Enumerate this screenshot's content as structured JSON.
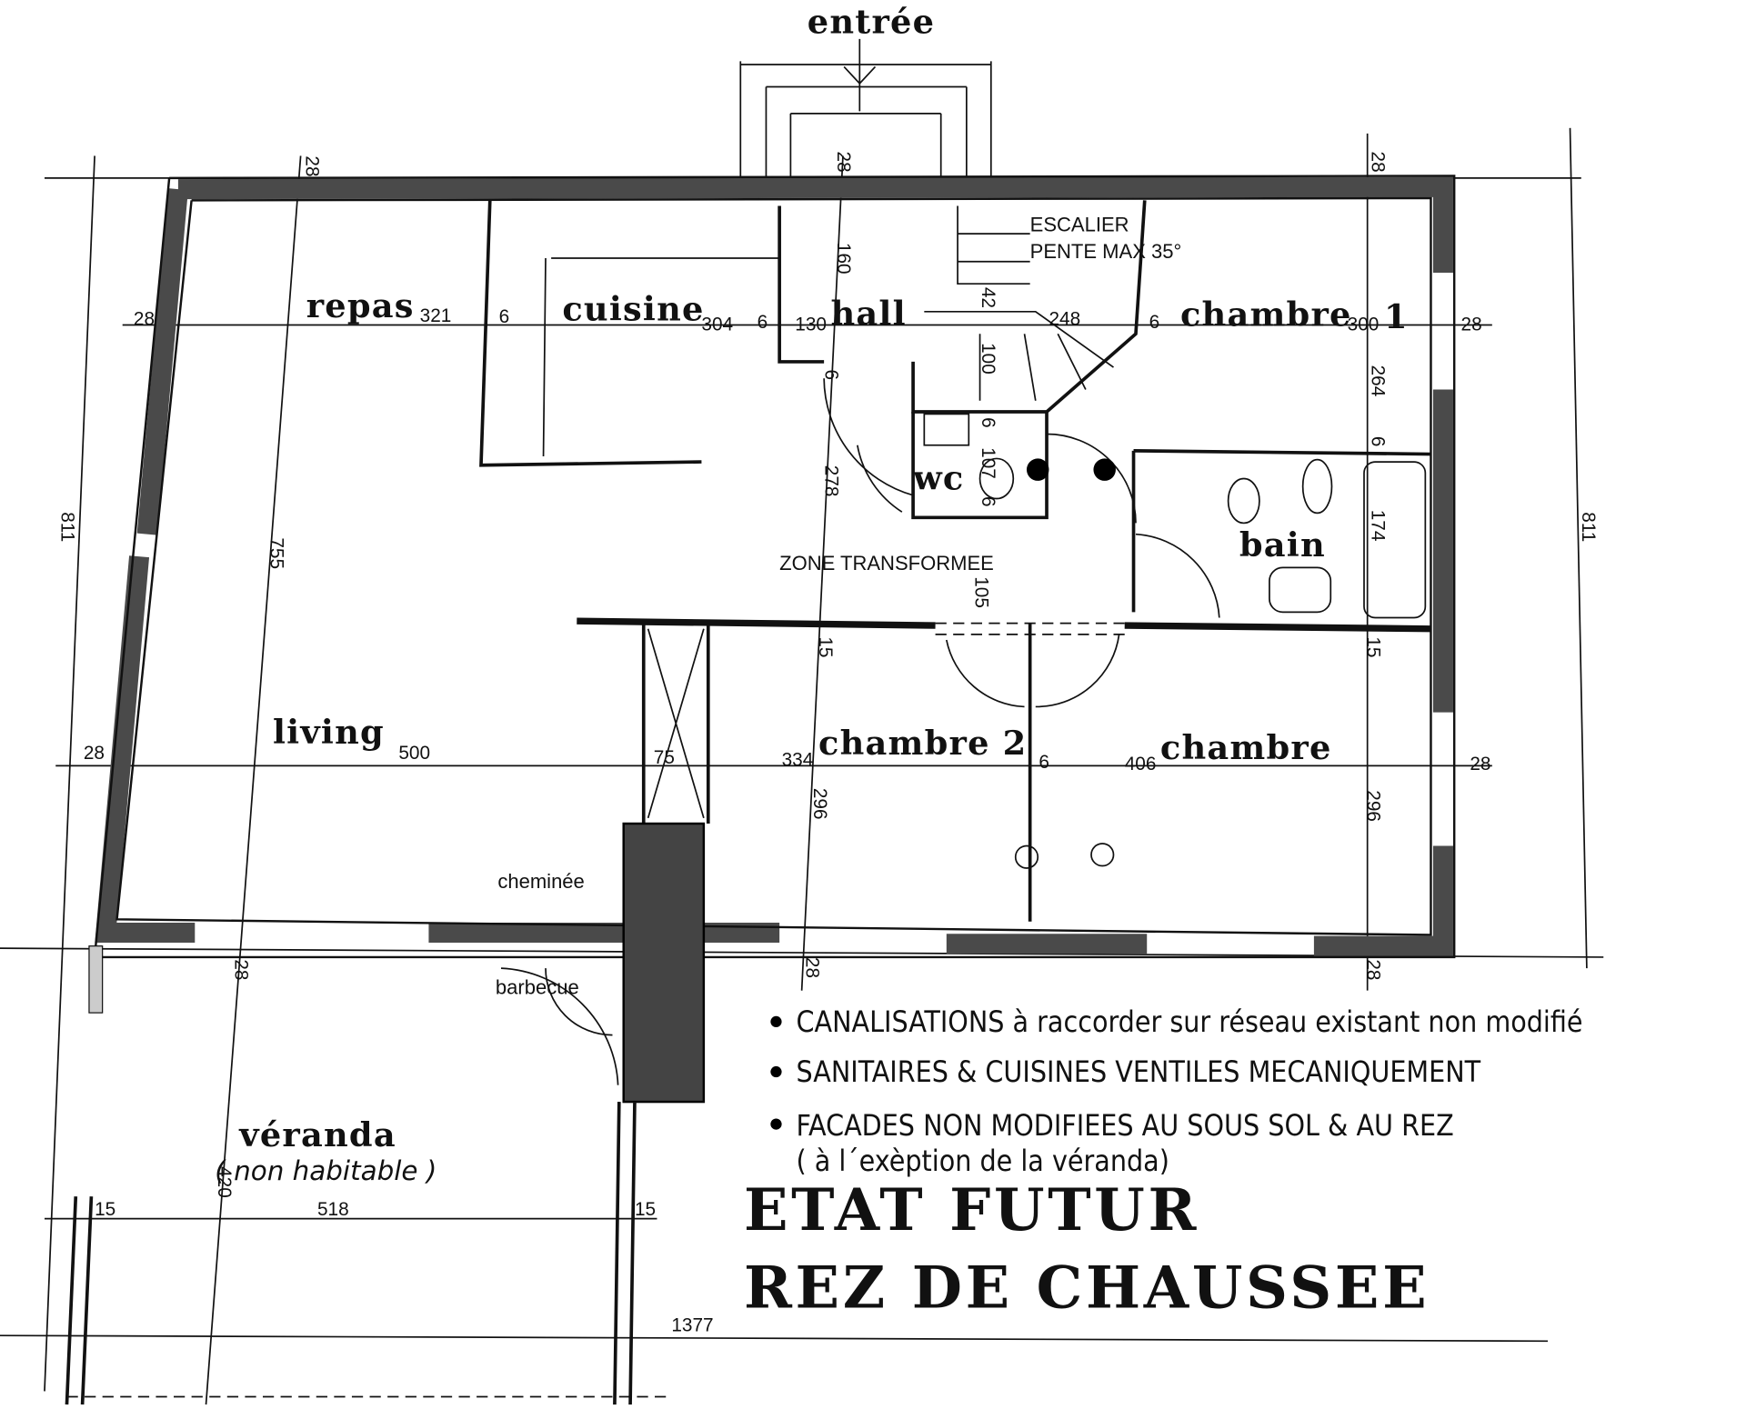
{
  "rooms": {
    "entree": "entrée",
    "repas": "repas",
    "cuisine": "cuisine",
    "hall": "hall",
    "chambre1": "chambre",
    "chambre1_num": "1",
    "wc": "wc",
    "bain": "bain",
    "living": "living",
    "chambre2": "chambre 2",
    "chambre3": "chambre",
    "veranda": "véranda",
    "veranda_note": "( non  habitable )"
  },
  "labels": {
    "escalier": "ESCALIER",
    "pente": "PENTE  MAX  35°",
    "zone": "ZONE  TRANSFORMEE",
    "cheminee": "cheminée",
    "barbecue": "barbecue"
  },
  "dims": [
    "28",
    "28",
    "28",
    "28",
    "321",
    "6",
    "304",
    "6",
    "130",
    "160",
    "42",
    "248",
    "100",
    "6",
    "300",
    "28",
    "264",
    "6",
    "6",
    "107",
    "6",
    "278",
    "6",
    "174",
    "105",
    "811",
    "811",
    "755",
    "15",
    "15",
    "28",
    "500",
    "75",
    "334",
    "6",
    "406",
    "28",
    "296",
    "296",
    "28",
    "28",
    "28",
    "420",
    "15",
    "518",
    "15",
    "1377"
  ],
  "notes": [
    "CANALISATIONS   à   raccorder  sur  réseau   existant non modifié",
    "SANITAIRES  &   CUISINES   VENTILES   MECANIQUEMENT",
    "FACADES  NON  MODIFIEES AU SOUS SOL  &  AU  REZ",
    "( à  l´exèption  de la  véranda)"
  ],
  "title": {
    "line1": "ETAT FUTUR",
    "line2": "REZ DE CHAUSSEE"
  }
}
